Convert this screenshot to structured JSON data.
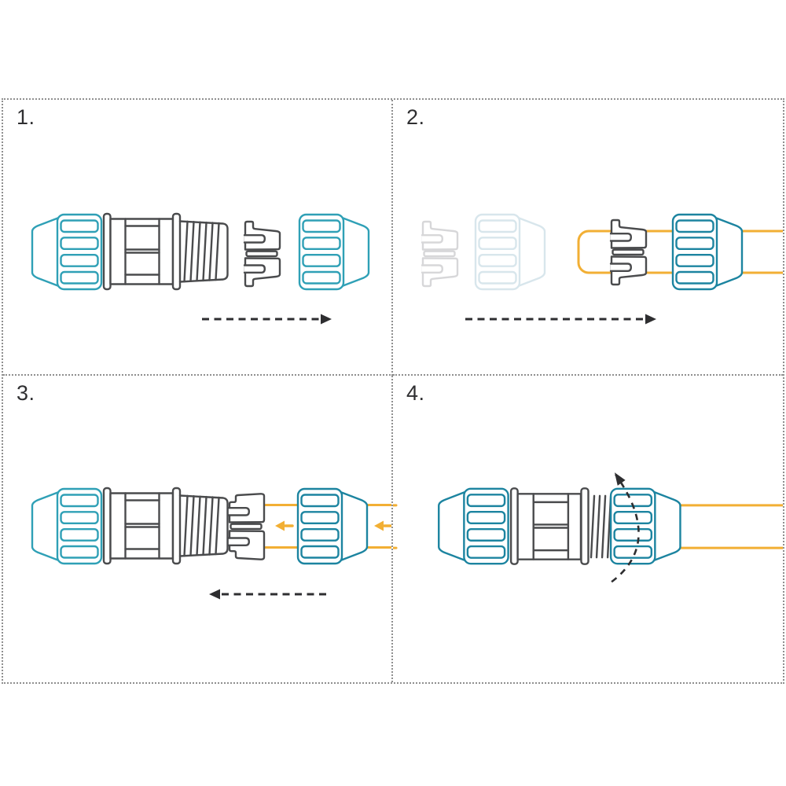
{
  "diagram": {
    "type": "assembly-instruction-sheet",
    "steps": [
      {
        "number": "1.",
        "icons": [
          "coupling-body-with-nut",
          "clamp-ring",
          "compression-nut",
          "dashed-arrow-right-icon"
        ]
      },
      {
        "number": "2.",
        "icons": [
          "ghost-clamp-ring",
          "ghost-compression-nut",
          "pipe",
          "clamp-ring-on-pipe",
          "compression-nut-on-pipe",
          "dashed-arrow-right-icon"
        ]
      },
      {
        "number": "3.",
        "icons": [
          "coupling-body-with-nut",
          "clamp-ring-on-threads",
          "pipe-with-compression-nut",
          "yellow-arrow-left-icon",
          "yellow-arrow-left-icon",
          "dashed-arrow-left-icon"
        ]
      },
      {
        "number": "4.",
        "icons": [
          "assembled-coupling",
          "pipe",
          "rotation-dashed-arrow-icon"
        ]
      }
    ]
  },
  "colors": {
    "teal": "#2FA0B6",
    "teal_dark": "#1C84A0",
    "gray": "#4A4B4D",
    "yellow": "#F2AF34",
    "ghost_gray": "#D7D7D9",
    "ghost_teal": "#D8E6EC",
    "arrow_black": "#2E2E30",
    "border_dots": "#8F8F8F",
    "label_text": "#2F2F31",
    "background": "#FFFFFF"
  }
}
